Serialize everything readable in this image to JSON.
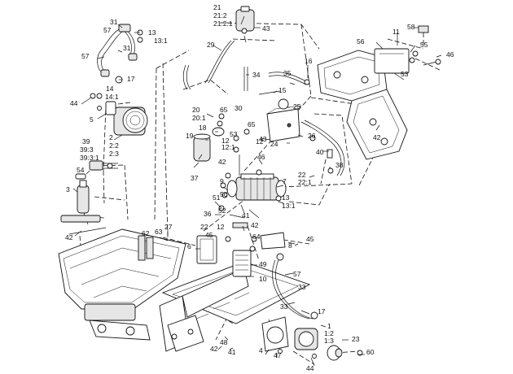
{
  "callouts": [
    {
      "key": "c31a",
      "text": "31"
    },
    {
      "key": "c57a",
      "text": "57"
    },
    {
      "key": "c13a",
      "text": "13"
    },
    {
      "key": "c13_1a",
      "text": "13:1"
    },
    {
      "key": "c57b",
      "text": "57"
    },
    {
      "key": "c31b",
      "text": "31"
    },
    {
      "key": "c17a",
      "text": "17"
    },
    {
      "key": "c14",
      "text": "14"
    },
    {
      "key": "c14_1",
      "text": "14:1"
    },
    {
      "key": "c44a",
      "text": "44"
    },
    {
      "key": "c5",
      "text": "5"
    },
    {
      "key": "c2",
      "text": "2"
    },
    {
      "key": "c2_2",
      "text": "2:2"
    },
    {
      "key": "c2_3",
      "text": "2:3"
    },
    {
      "key": "c39",
      "text": "39"
    },
    {
      "key": "c39_3",
      "text": "39:3"
    },
    {
      "key": "c39_3_1",
      "text": "39:3:1"
    },
    {
      "key": "c54",
      "text": "54"
    },
    {
      "key": "c3",
      "text": "3"
    },
    {
      "key": "c42a",
      "text": "42"
    },
    {
      "key": "c62",
      "text": "62"
    },
    {
      "key": "c63",
      "text": "63"
    },
    {
      "key": "c27",
      "text": "27"
    },
    {
      "key": "c21",
      "text": "21"
    },
    {
      "key": "c21_2",
      "text": "21:2"
    },
    {
      "key": "c21_2_1",
      "text": "21:2:1"
    },
    {
      "key": "c43a",
      "text": "43"
    },
    {
      "key": "c29",
      "text": "29"
    },
    {
      "key": "c34",
      "text": "34"
    },
    {
      "key": "c16",
      "text": "16"
    },
    {
      "key": "c35",
      "text": "35"
    },
    {
      "key": "c15",
      "text": "15"
    },
    {
      "key": "c25",
      "text": "25"
    },
    {
      "key": "c20",
      "text": "20"
    },
    {
      "key": "c20_1",
      "text": "20:1"
    },
    {
      "key": "c65a",
      "text": "65"
    },
    {
      "key": "c30",
      "text": "30"
    },
    {
      "key": "c65b",
      "text": "65"
    },
    {
      "key": "c18",
      "text": "18"
    },
    {
      "key": "c19",
      "text": "19"
    },
    {
      "key": "c53a",
      "text": "53"
    },
    {
      "key": "c12a",
      "text": "12"
    },
    {
      "key": "c12_1a",
      "text": "12:1"
    },
    {
      "key": "c43b",
      "text": "43"
    },
    {
      "key": "c24",
      "text": "24"
    },
    {
      "key": "c26",
      "text": "26"
    },
    {
      "key": "c37",
      "text": "37"
    },
    {
      "key": "c12b",
      "text": "12"
    },
    {
      "key": "c46a",
      "text": "46"
    },
    {
      "key": "c42b",
      "text": "42"
    },
    {
      "key": "c9",
      "text": "9"
    },
    {
      "key": "c7",
      "text": "7"
    },
    {
      "key": "c50",
      "text": "50"
    },
    {
      "key": "c51",
      "text": "51"
    },
    {
      "key": "c52",
      "text": "52"
    },
    {
      "key": "c13b",
      "text": "13"
    },
    {
      "key": "c13_1b",
      "text": "13:1"
    },
    {
      "key": "c36",
      "text": "36"
    },
    {
      "key": "c41a",
      "text": "41"
    },
    {
      "key": "c42c",
      "text": "42"
    },
    {
      "key": "c22a",
      "text": "22"
    },
    {
      "key": "c45a",
      "text": "45"
    },
    {
      "key": "c12c",
      "text": "12"
    },
    {
      "key": "c64",
      "text": "64"
    },
    {
      "key": "c8",
      "text": "8"
    },
    {
      "key": "c45b",
      "text": "45"
    },
    {
      "key": "c6",
      "text": "6"
    },
    {
      "key": "c49",
      "text": "49"
    },
    {
      "key": "c10",
      "text": "10"
    },
    {
      "key": "c57c",
      "text": "57"
    },
    {
      "key": "c33a",
      "text": "33"
    },
    {
      "key": "c33b",
      "text": "33"
    },
    {
      "key": "c17b",
      "text": "17"
    },
    {
      "key": "c1",
      "text": "1"
    },
    {
      "key": "c1_2",
      "text": "1:2"
    },
    {
      "key": "c1_3",
      "text": "1:3"
    },
    {
      "key": "c23",
      "text": "23"
    },
    {
      "key": "c60",
      "text": "60"
    },
    {
      "key": "c44b",
      "text": "44"
    },
    {
      "key": "c4",
      "text": "4"
    },
    {
      "key": "c47",
      "text": "47"
    },
    {
      "key": "c48",
      "text": "48"
    },
    {
      "key": "c42d",
      "text": "42"
    },
    {
      "key": "c41b",
      "text": "41"
    },
    {
      "key": "c58",
      "text": "58"
    },
    {
      "key": "c11",
      "text": "11"
    },
    {
      "key": "c56",
      "text": "56"
    },
    {
      "key": "c55",
      "text": "55"
    },
    {
      "key": "c46b",
      "text": "46"
    },
    {
      "key": "c53b",
      "text": "53"
    },
    {
      "key": "c40",
      "text": "40"
    },
    {
      "key": "c38",
      "text": "38"
    },
    {
      "key": "c22b",
      "text": "22"
    },
    {
      "key": "c22_1",
      "text": "22:1"
    },
    {
      "key": "c42e",
      "text": "42"
    }
  ]
}
